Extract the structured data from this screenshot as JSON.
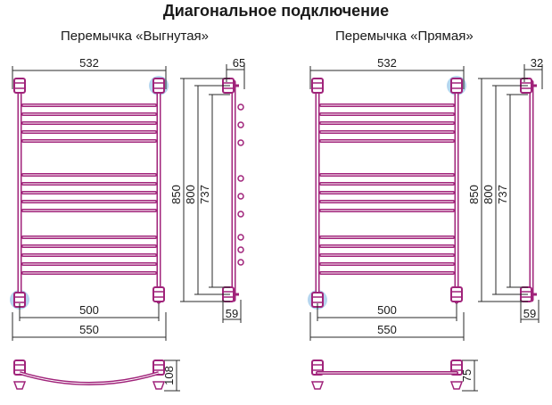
{
  "title": "Диагональное подключение",
  "colors": {
    "pipe": "#a0237a",
    "dim": "#2a2a2a",
    "highlight": "#9cc8ea"
  },
  "panels": [
    {
      "id": "left",
      "subtitle": "Перемычка «Выгнутая»",
      "dims": {
        "top_width": "532",
        "depth_top": "65",
        "height_total": "850",
        "height_mid": "800",
        "height_inner": "737",
        "bottom_inner": "500",
        "bottom_outer": "550",
        "depth_bottom": "59",
        "plan_depth": "108"
      },
      "plan_shape": "curved"
    },
    {
      "id": "right",
      "subtitle": "Перемычка «Прямая»",
      "dims": {
        "top_width": "532",
        "depth_top": "32",
        "height_total": "850",
        "height_mid": "800",
        "height_inner": "737",
        "bottom_inner": "500",
        "bottom_outer": "550",
        "depth_bottom": "59",
        "plan_depth": "75"
      },
      "plan_shape": "straight"
    }
  ]
}
